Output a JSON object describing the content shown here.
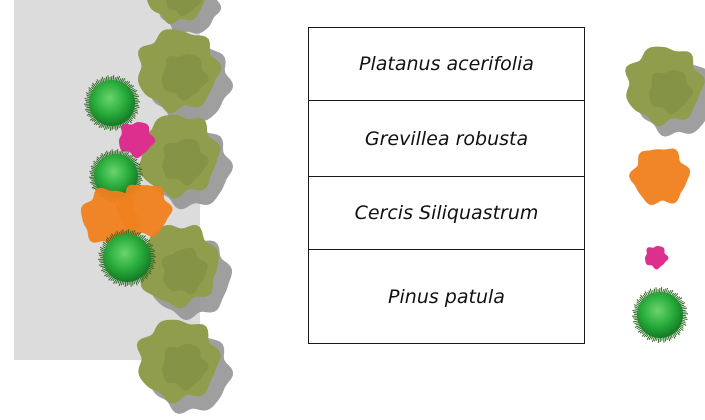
{
  "legend": {
    "species": [
      {
        "label": "Platanus acerifolia",
        "symbol": "large-olive-canopy-icon"
      },
      {
        "label": "Grevillea robusta",
        "symbol": "orange-canopy-icon"
      },
      {
        "label": "Cercis Siliquastrum",
        "symbol": "magenta-canopy-icon"
      },
      {
        "label": "Pinus patula",
        "symbol": "green-spiky-canopy-icon"
      }
    ]
  },
  "colors": {
    "ground": "#dcdcdc",
    "platanus": "#8f9d4c",
    "platanus_shadow": "#959595",
    "grevillea": "#f07f1e",
    "cercis": "#dc2f8e",
    "pinus": "#1e9d33",
    "pinus_edge": "#2f6a22",
    "table_border": "#1a1a1a"
  }
}
